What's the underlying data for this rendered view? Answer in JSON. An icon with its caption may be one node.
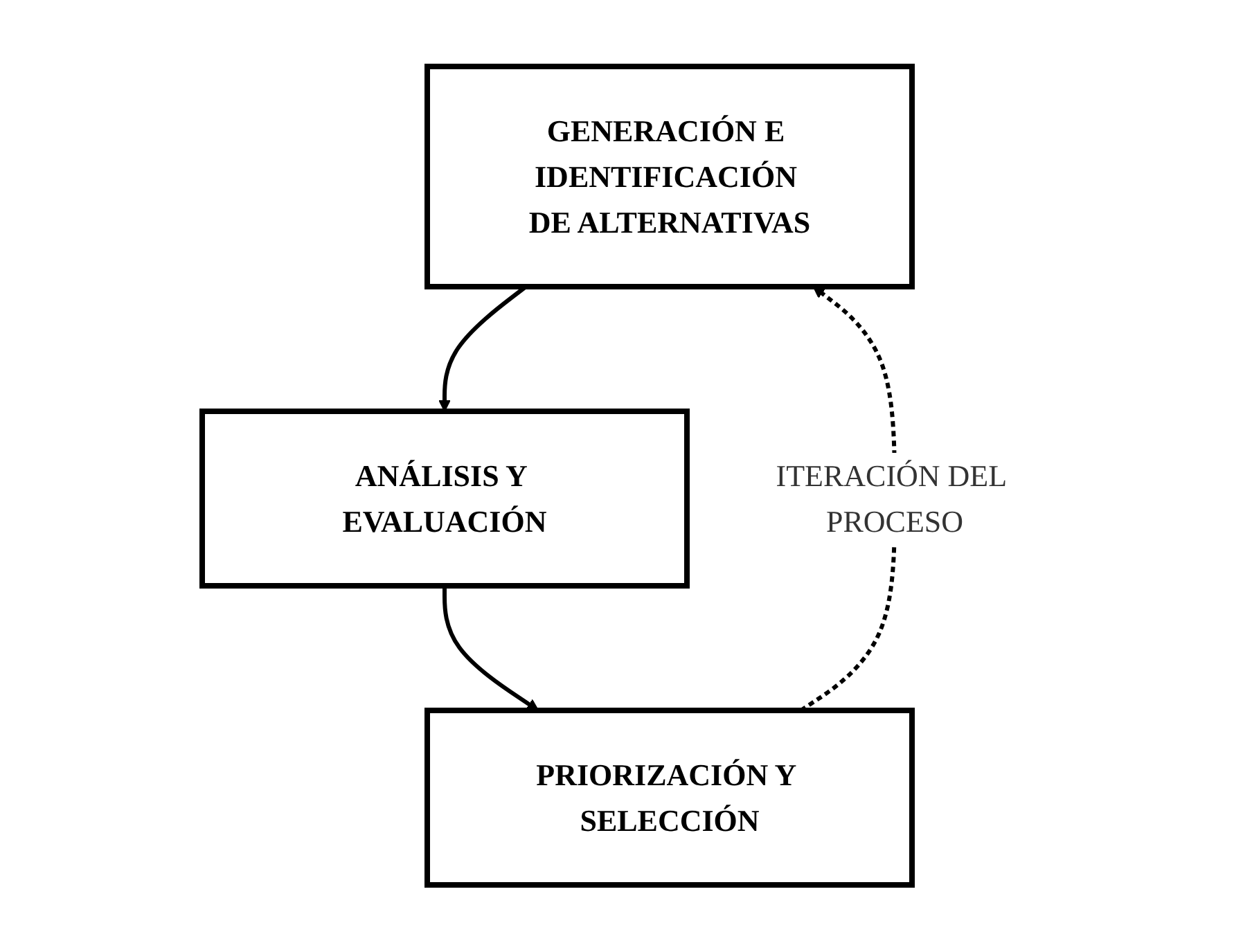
{
  "diagram": {
    "nodes": [
      {
        "text": [
          "GENERACIÓN E IDENTIFICACIÓN DE ALTERNATIVAS"
        ]
      },
      {
        "text": [
          "ANÁLISIS Y EVALUACIÓN"
        ]
      },
      {
        "text": [
          "PRIORIZACIÓN Y SELECCIÓN"
        ]
      }
    ],
    "edges": [
      {
        "from": 0,
        "to": 1,
        "arrow": "to"
      },
      {
        "from": 1,
        "to": 2,
        "arrow": "to"
      },
      {
        "from": 2,
        "to": 0,
        "arrow": "to",
        "style": "dashed",
        "label": "ITERACIÓN DEL PROCESO"
      }
    ]
  }
}
